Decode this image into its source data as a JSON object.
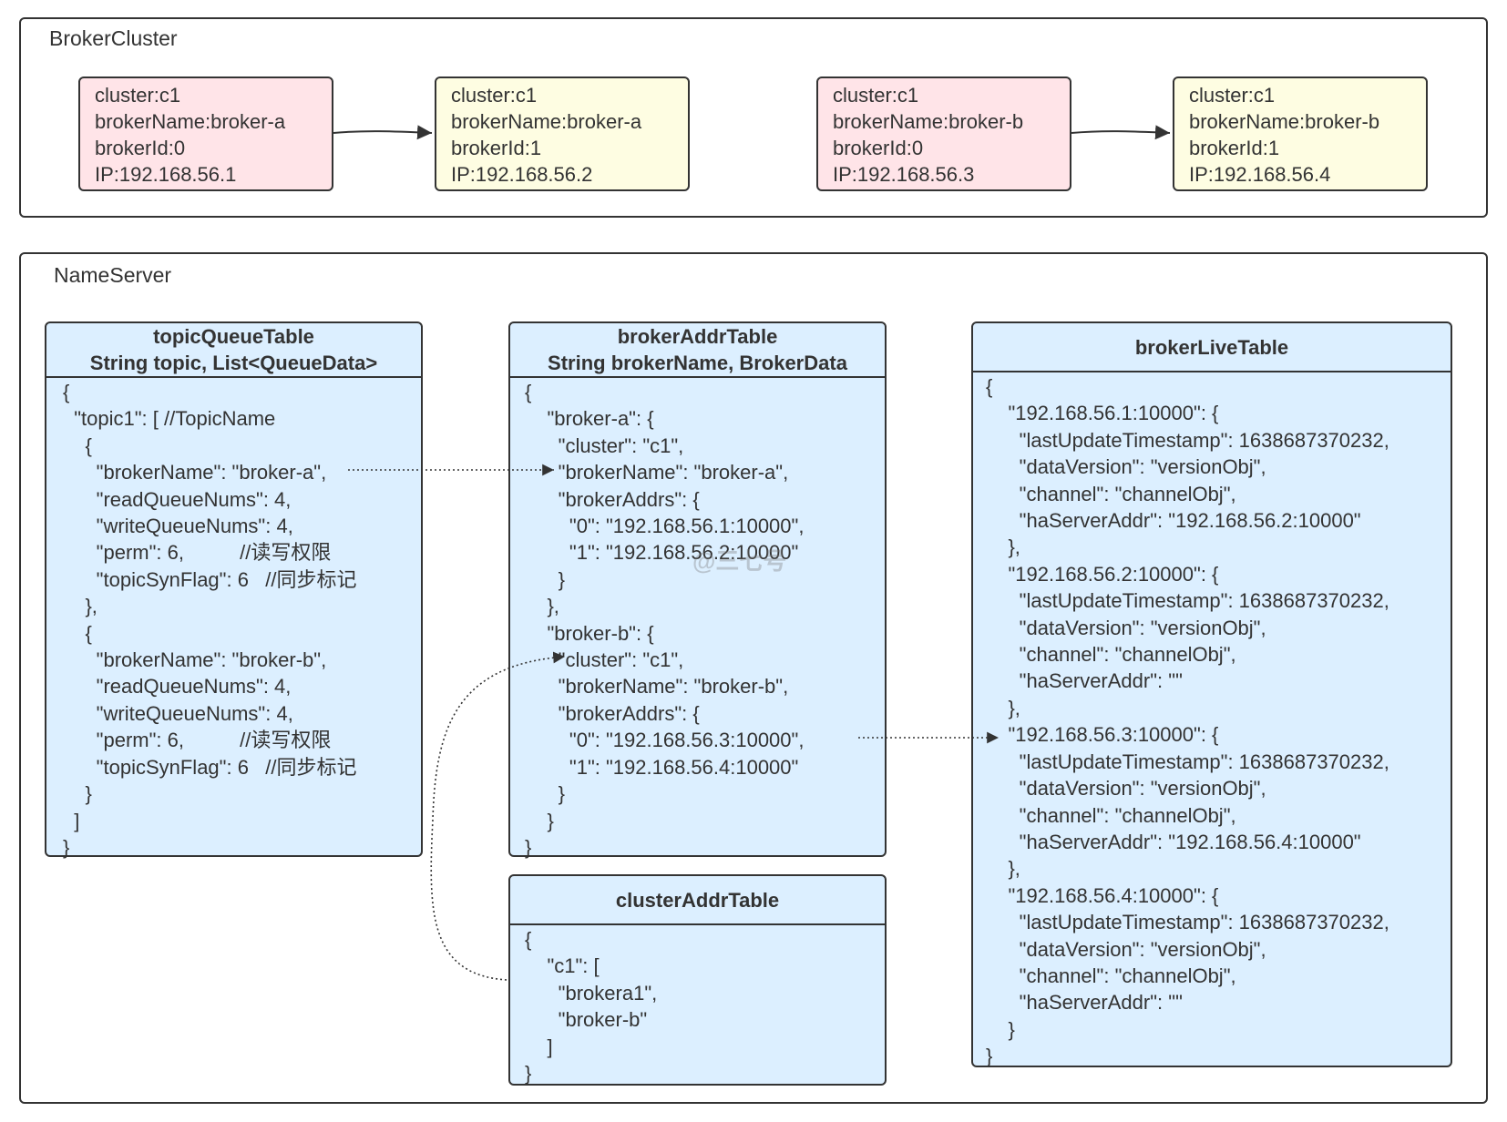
{
  "broker_cluster": {
    "label": "BrokerCluster",
    "brokers": [
      {
        "lines": [
          "cluster:c1",
          "brokerName:broker-a",
          "brokerId:0",
          "IP:192.168.56.1"
        ]
      },
      {
        "lines": [
          "cluster:c1",
          "brokerName:broker-a",
          "brokerId:1",
          "IP:192.168.56.2"
        ]
      },
      {
        "lines": [
          "cluster:c1",
          "brokerName:broker-b",
          "brokerId:0",
          "IP:192.168.56.3"
        ]
      },
      {
        "lines": [
          "cluster:c1",
          "brokerName:broker-b",
          "brokerId:1",
          "IP:192.168.56.4"
        ]
      }
    ]
  },
  "name_server": {
    "label": "NameServer",
    "topic_queue_table": {
      "title": "topicQueueTable",
      "subtitle": "String topic, List<QueueData>",
      "lines": [
        "{",
        "  \"topic1\": [ //TopicName",
        "    {",
        "      \"brokerName\": \"broker-a\",",
        "      \"readQueueNums\": 4,",
        "      \"writeQueueNums\": 4,",
        "      \"perm\": 6,          //读写权限",
        "      \"topicSynFlag\": 6   //同步标记",
        "    },",
        "    {",
        "      \"brokerName\": \"broker-b\",",
        "      \"readQueueNums\": 4,",
        "      \"writeQueueNums\": 4,",
        "      \"perm\": 6,          //读写权限",
        "      \"topicSynFlag\": 6   //同步标记",
        "    }",
        "  ]",
        "}"
      ]
    },
    "broker_addr_table": {
      "title": "brokerAddrTable",
      "subtitle": "String brokerName, BrokerData",
      "lines": [
        "{",
        "    \"broker-a\": {",
        "      \"cluster\": \"c1\",",
        "      \"brokerName\": \"broker-a\",",
        "      \"brokerAddrs\": {",
        "        \"0\": \"192.168.56.1:10000\",",
        "        \"1\": \"192.168.56.2:10000\"",
        "      }",
        "    },",
        "    \"broker-b\": {",
        "      \"cluster\": \"c1\",",
        "      \"brokerName\": \"broker-b\",",
        "      \"brokerAddrs\": {",
        "        \"0\": \"192.168.56.3:10000\",",
        "        \"1\": \"192.168.56.4:10000\"",
        "      }",
        "    }",
        "}"
      ]
    },
    "cluster_addr_table": {
      "title": "clusterAddrTable",
      "lines": [
        "{",
        "    \"c1\": [",
        "      \"brokera1\",",
        "      \"broker-b\"",
        "    ]",
        "}"
      ]
    },
    "broker_live_table": {
      "title": "brokerLiveTable",
      "lines": [
        "{",
        "    \"192.168.56.1:10000\": {",
        "      \"lastUpdateTimestamp\": 1638687370232,",
        "      \"dataVersion\": \"versionObj\",",
        "      \"channel\": \"channelObj\",",
        "      \"haServerAddr\": \"192.168.56.2:10000\"",
        "    },",
        "    \"192.168.56.2:10000\": {",
        "      \"lastUpdateTimestamp\": 1638687370232,",
        "      \"dataVersion\": \"versionObj\",",
        "      \"channel\": \"channelObj\",",
        "      \"haServerAddr\": \"\"",
        "    },",
        "    \"192.168.56.3:10000\": {",
        "      \"lastUpdateTimestamp\": 1638687370232,",
        "      \"dataVersion\": \"versionObj\",",
        "      \"channel\": \"channelObj\",",
        "      \"haServerAddr\": \"192.168.56.4:10000\"",
        "    },",
        "    \"192.168.56.4:10000\": {",
        "      \"lastUpdateTimestamp\": 1638687370232,",
        "      \"dataVersion\": \"versionObj\",",
        "      \"channel\": \"channelObj\",",
        "      \"haServerAddr\": \"\"",
        "    }",
        "}"
      ]
    }
  },
  "watermark": "@三七号",
  "colors": {
    "master_fill": "#ffe4e8",
    "slave_fill": "#fefde2",
    "table_fill": "#dcefff",
    "stroke": "#333333"
  }
}
